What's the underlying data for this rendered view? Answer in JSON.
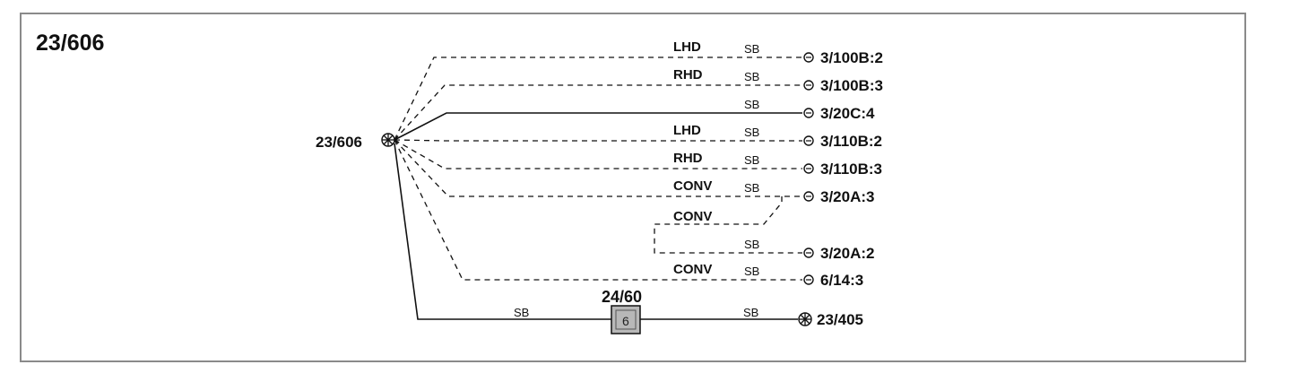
{
  "title": "23/606",
  "source": {
    "label": "23/606",
    "icon": "ground-splice-icon"
  },
  "connections": [
    {
      "variant": "LHD",
      "color": "SB",
      "dest": "3/100B:2",
      "style": "dashed"
    },
    {
      "variant": "RHD",
      "color": "SB",
      "dest": "3/100B:3",
      "style": "dashed"
    },
    {
      "variant": "",
      "color": "SB",
      "dest": "3/20C:4",
      "style": "solid"
    },
    {
      "variant": "LHD",
      "color": "SB",
      "dest": "3/110B:2",
      "style": "dashed"
    },
    {
      "variant": "RHD",
      "color": "SB",
      "dest": "3/110B:3",
      "style": "dashed"
    },
    {
      "variant": "CONV",
      "color": "SB",
      "dest": "3/20A:3",
      "style": "dashed"
    },
    {
      "variant": "CONV",
      "color": "SB",
      "dest": "3/20A:2",
      "style": "dashed"
    },
    {
      "variant": "CONV",
      "color": "SB",
      "dest": "6/14:3",
      "style": "dashed"
    }
  ],
  "bottom": {
    "component": "24/60",
    "pin": "6",
    "color_left": "SB",
    "color_right": "SB",
    "dest": "23/405",
    "dest_icon": "ground-splice-icon"
  },
  "colors": {
    "ink": "#111111",
    "frame": "#8a8a8a",
    "component_fill": "#b8b8b8"
  }
}
